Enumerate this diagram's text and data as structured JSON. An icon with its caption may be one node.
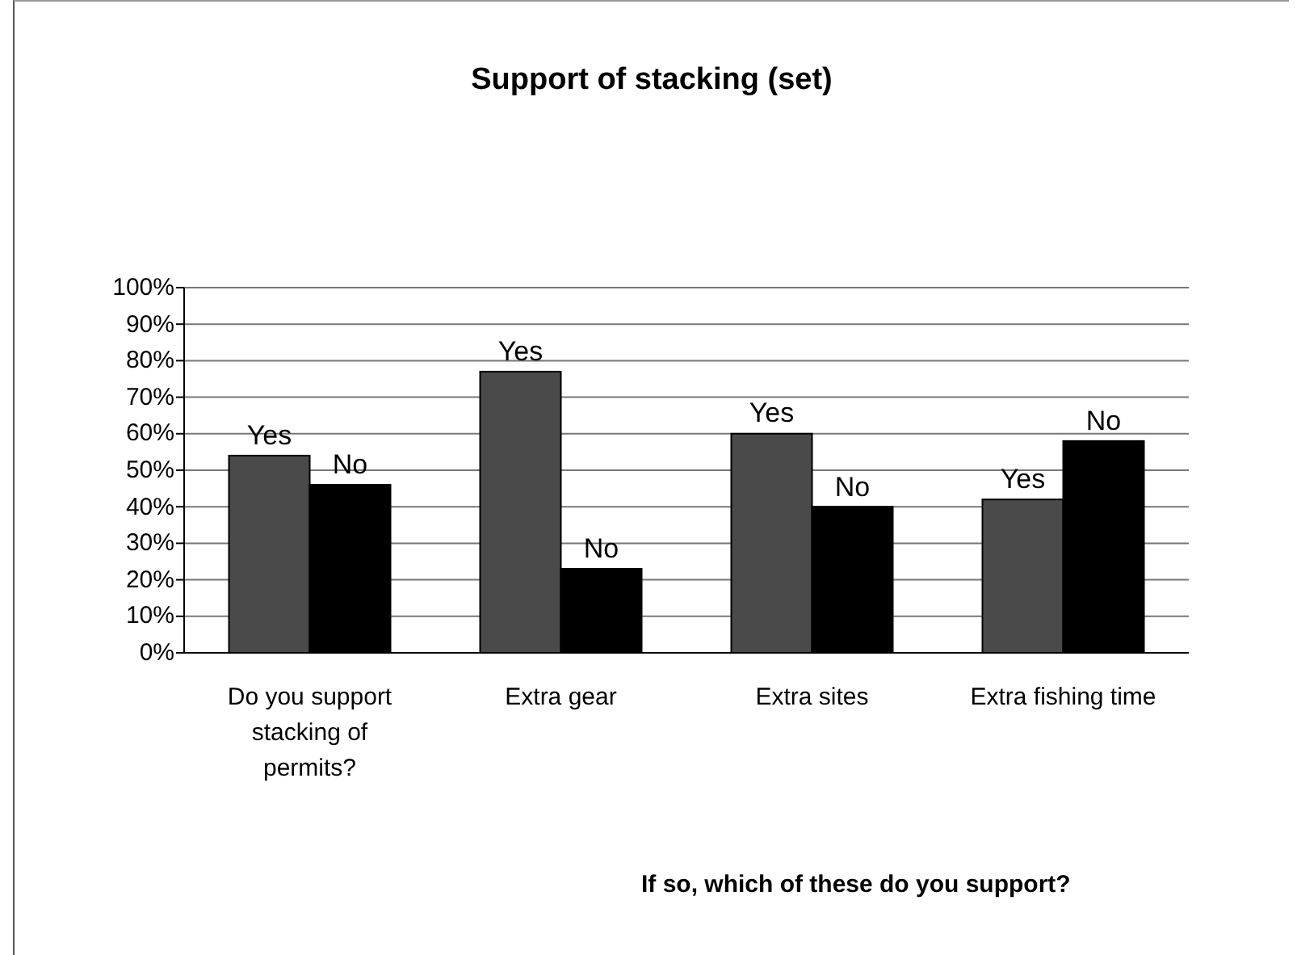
{
  "diagram": {
    "title": "Support of stacking (set)",
    "chart_data": {
      "type": "bar",
      "grid": true,
      "annotations": [
        "If so, which of these do you support?"
      ],
      "categories": [
        "Do you support stacking of permits?",
        "Extra gear",
        "Extra sites",
        "Extra fishing time"
      ],
      "series": [
        {
          "color": "#4a4a4a",
          "values": [
            54,
            77,
            60,
            42
          ]
        },
        {
          "color": "#000000",
          "values": [
            46,
            23,
            40,
            58
          ]
        }
      ],
      "value_labels": [
        [
          "Yes",
          "Yes",
          "Yes",
          "Yes"
        ],
        [
          "No",
          "No",
          "No",
          "No"
        ]
      ],
      "ylim": [
        0,
        100
      ],
      "yticks": [
        {
          "value": 0,
          "label": "0%"
        },
        {
          "value": 10,
          "label": "10%"
        },
        {
          "value": 20,
          "label": "20%"
        },
        {
          "value": 30,
          "label": "30%"
        },
        {
          "value": 40,
          "label": "40%"
        },
        {
          "value": 50,
          "label": "50%"
        },
        {
          "value": 60,
          "label": "60%"
        },
        {
          "value": 70,
          "label": "70%"
        },
        {
          "value": 80,
          "label": "80%"
        },
        {
          "value": 90,
          "label": "90%"
        },
        {
          "value": 100,
          "label": "100%"
        }
      ]
    }
  }
}
